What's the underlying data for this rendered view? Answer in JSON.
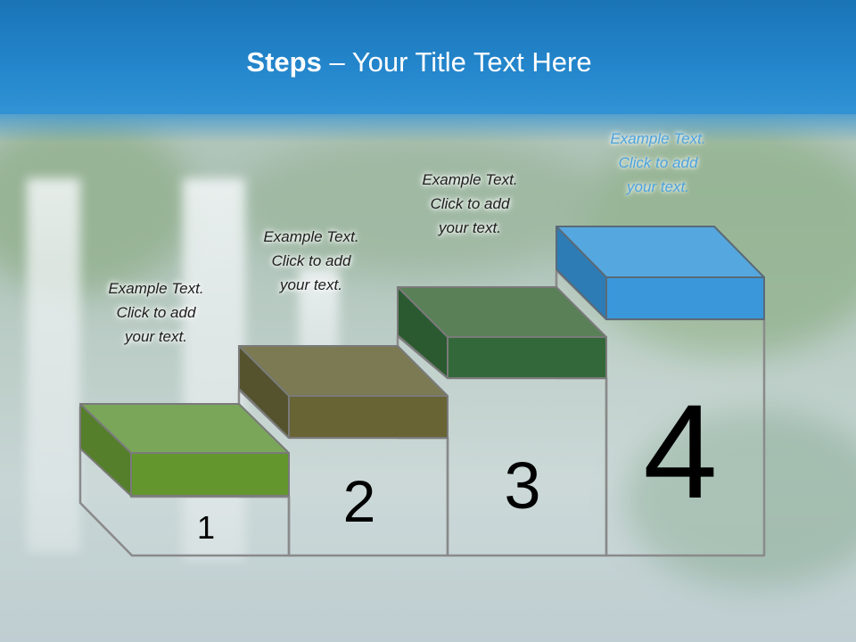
{
  "title": {
    "bold": "Steps",
    "rest": " – Your Title Text Here"
  },
  "steps": [
    {
      "number": "1",
      "note": "Example Text.\nClick  to add\nyour text.",
      "top": "#7aa65a",
      "front": "#64962e",
      "side": "#557f2b"
    },
    {
      "number": "2",
      "note": "Example Text.\nClick  to add\nyour text.",
      "top": "#7b7a53",
      "front": "#686434",
      "side": "#55532d"
    },
    {
      "number": "3",
      "note": "Example Text.\nClick  to add\nyour text.",
      "top": "#5a8057",
      "front": "#33693a",
      "side": "#2b5a30"
    },
    {
      "number": "4",
      "note": "Example Text.\nClick  to add\nyour text.",
      "top": "#55a8df",
      "front": "#3a98da",
      "side": "#2d7cb5"
    }
  ]
}
